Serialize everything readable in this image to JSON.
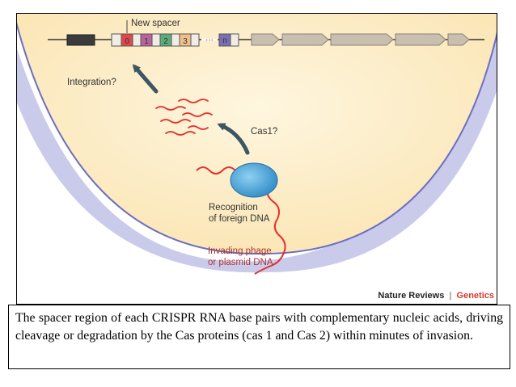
{
  "diagram": {
    "new_spacer_label": "New spacer",
    "integration_label": "Integration?",
    "cas1_label": "Cas1?",
    "recognition_line1": "Recognition",
    "recognition_line2": "of foreign DNA",
    "invading_line1": "Invading phage",
    "invading_line2": "or plasmid DNA",
    "spacers": [
      {
        "label": "0",
        "color": "#e0474c"
      },
      {
        "label": "1",
        "color": "#b9639a"
      },
      {
        "label": "2",
        "color": "#5dab7b"
      },
      {
        "label": "3",
        "color": "#f0c08a"
      },
      {
        "label": "n",
        "color": "#7a6fb2"
      }
    ],
    "credit_journal": "Nature Reviews",
    "credit_separator": "|",
    "credit_section": "Genetics"
  },
  "caption": {
    "text": "The spacer region of each CRISPR RNA base pairs with complementary nucleic acids, driving cleavage or degradation by the Cas proteins  (cas 1 and Cas 2) within minutes of invasion."
  },
  "colors": {
    "cell_fill": "#fdeec7",
    "membrane": "#6c6fc2",
    "rna": "#e2312f",
    "cas_protein": "#4fa5d8",
    "arrow": "#3d5663",
    "gene": "#c9bfb1",
    "credit_accent": "#d63a2f"
  }
}
